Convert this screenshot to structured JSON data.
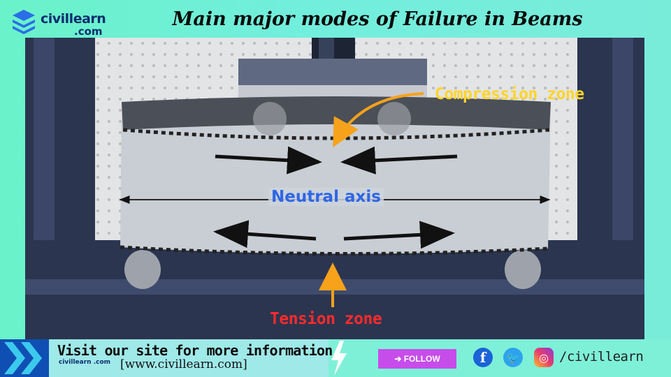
{
  "brand": {
    "line1": "civillearn",
    "line2": ".com"
  },
  "title": "Main major modes of Failure in Beams",
  "labels": {
    "compression": "Compression zone",
    "neutral": "Neutral axis",
    "tension": "Tension zone"
  },
  "footer": {
    "visit": "Visit our site for more information",
    "small_logo": "civillearn .com",
    "url": "[www.civillearn.com]",
    "follow": "➔ FOLLOW",
    "handle": "/civillearn"
  },
  "icons": [
    "facebook-icon",
    "twitter-icon",
    "instagram-icon"
  ],
  "colors": {
    "compression": "#ffd42a",
    "tension": "#ff2b2b",
    "neutral": "#2f66e6",
    "follow": "#c64dea"
  }
}
